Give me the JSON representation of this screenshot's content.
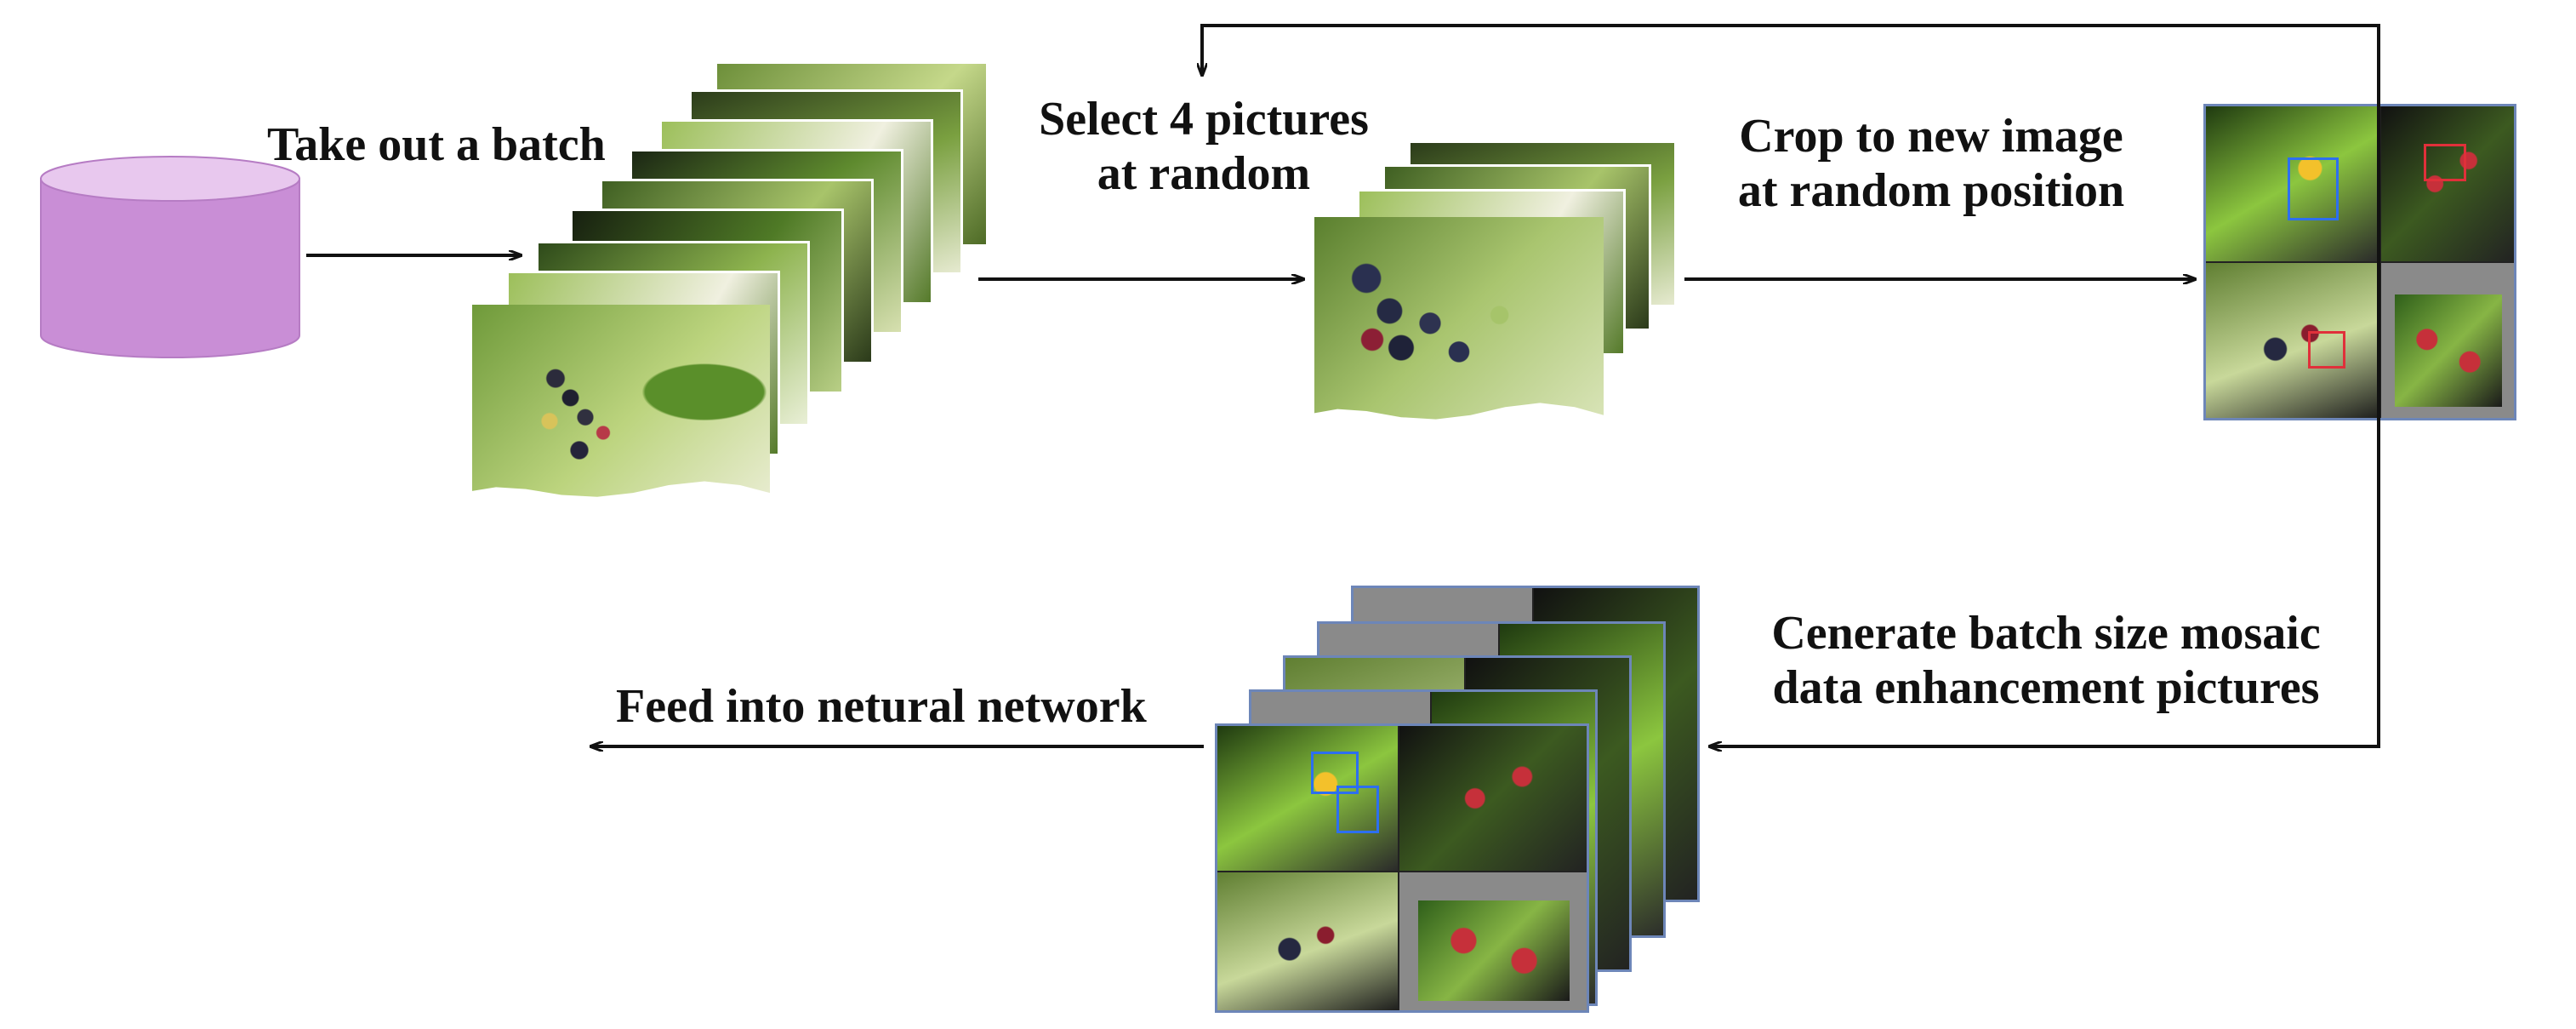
{
  "steps": {
    "take_batch": "Take out a batch",
    "select_line1": "Select 4  pictures",
    "select_line2": "at random",
    "crop_line1": "Crop to new image",
    "crop_line2": "at random position",
    "generate_line1": "Cenerate batch size mosaic",
    "generate_line2": "data enhancement pictures",
    "feed": "Feed into netural network"
  },
  "colors": {
    "database_top": "#e8c8ee",
    "database_body": "#c98ed6",
    "arrow": "#111111",
    "mosaic_border": "#6d86b8",
    "bbox_blue": "#2d6ff0",
    "bbox_red": "#e0303a"
  },
  "icons": {
    "source": "database-cylinder-icon"
  }
}
